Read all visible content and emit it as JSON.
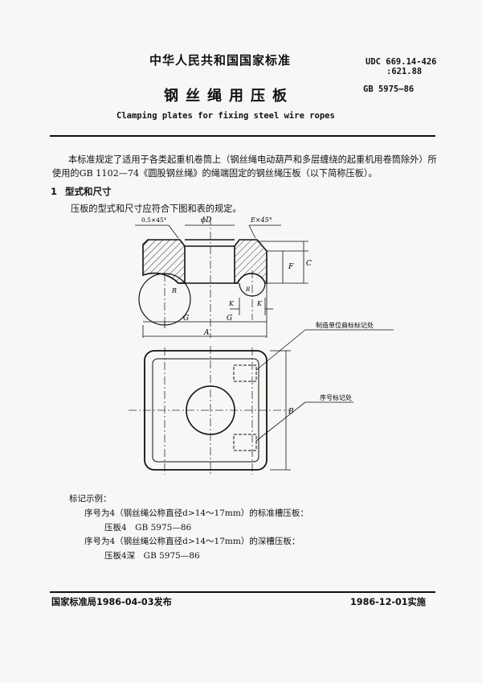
{
  "header": {
    "organization": "中华人民共和国国家标准",
    "udc_line1": "UDC 669.14-426",
    "udc_line2": ":621.88",
    "title_cn": "钢丝绳用压板",
    "standard_no": "GB 5975—86",
    "title_en": "Clamping plates for fixing steel wire ropes"
  },
  "intro": "本标准规定了适用于各类起重机卷筒上（钢丝绳电动葫芦和多层缠绕的起重机用卷筒除外）所使用的GB 1102—74《圆股钢丝绳》的绳端固定的钢丝绳压板（以下简称压板）。",
  "section": {
    "number": "1",
    "title": "型式和尺寸"
  },
  "figure": {
    "caption": "压板的型式和尺寸应符合下图和表的规定。",
    "dims": {
      "chamfer_small": "0.5×45°",
      "diameter": "ϕD",
      "chamfer_e": "E×45°",
      "F": "F",
      "C": "C",
      "R": "R",
      "K": "K",
      "G": "G",
      "A": "A",
      "B": "B"
    },
    "notes": {
      "maker_mark": "制造单位商标标记处",
      "serial_mark": "序号标记处"
    }
  },
  "example": {
    "heading": "标记示例：",
    "line1": "序号为4（钢丝绳公称直径d>14～17mm）的标准槽压板：",
    "code1": "压板4　GB 5975—86",
    "line2": "序号为4（钢丝绳公称直径d>14～17mm）的深槽压板：",
    "code2": "压板4深　GB 5975—86"
  },
  "footer": {
    "published": "国家标准局1986-04-03发布",
    "effective": "1986-12-01实施"
  }
}
